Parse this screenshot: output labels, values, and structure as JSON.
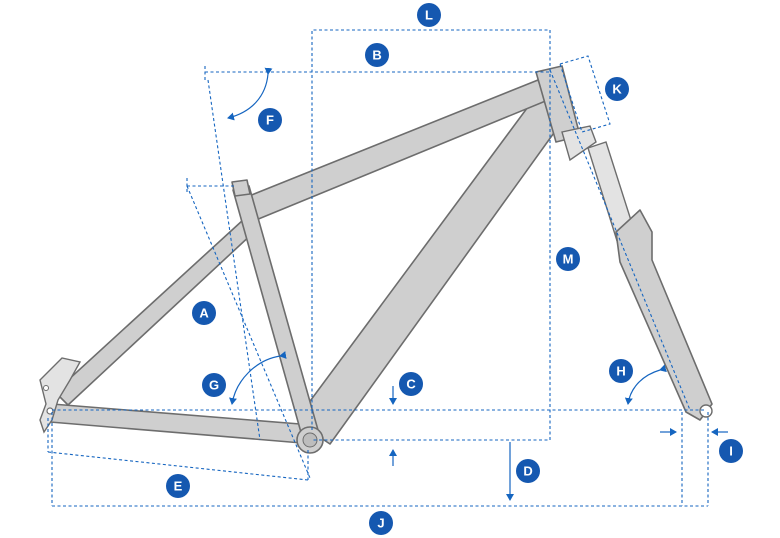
{
  "diagram": {
    "labels": {
      "A": "A",
      "B": "B",
      "C": "C",
      "D": "D",
      "E": "E",
      "F": "F",
      "G": "G",
      "H": "H",
      "I": "I",
      "J": "J",
      "K": "K",
      "L": "L",
      "M": "M"
    },
    "colors": {
      "badge": "#1558b0",
      "dimension_line": "#1565c0",
      "frame_fill": "#cfcfcf",
      "frame_outline": "#6d6d6d"
    }
  }
}
